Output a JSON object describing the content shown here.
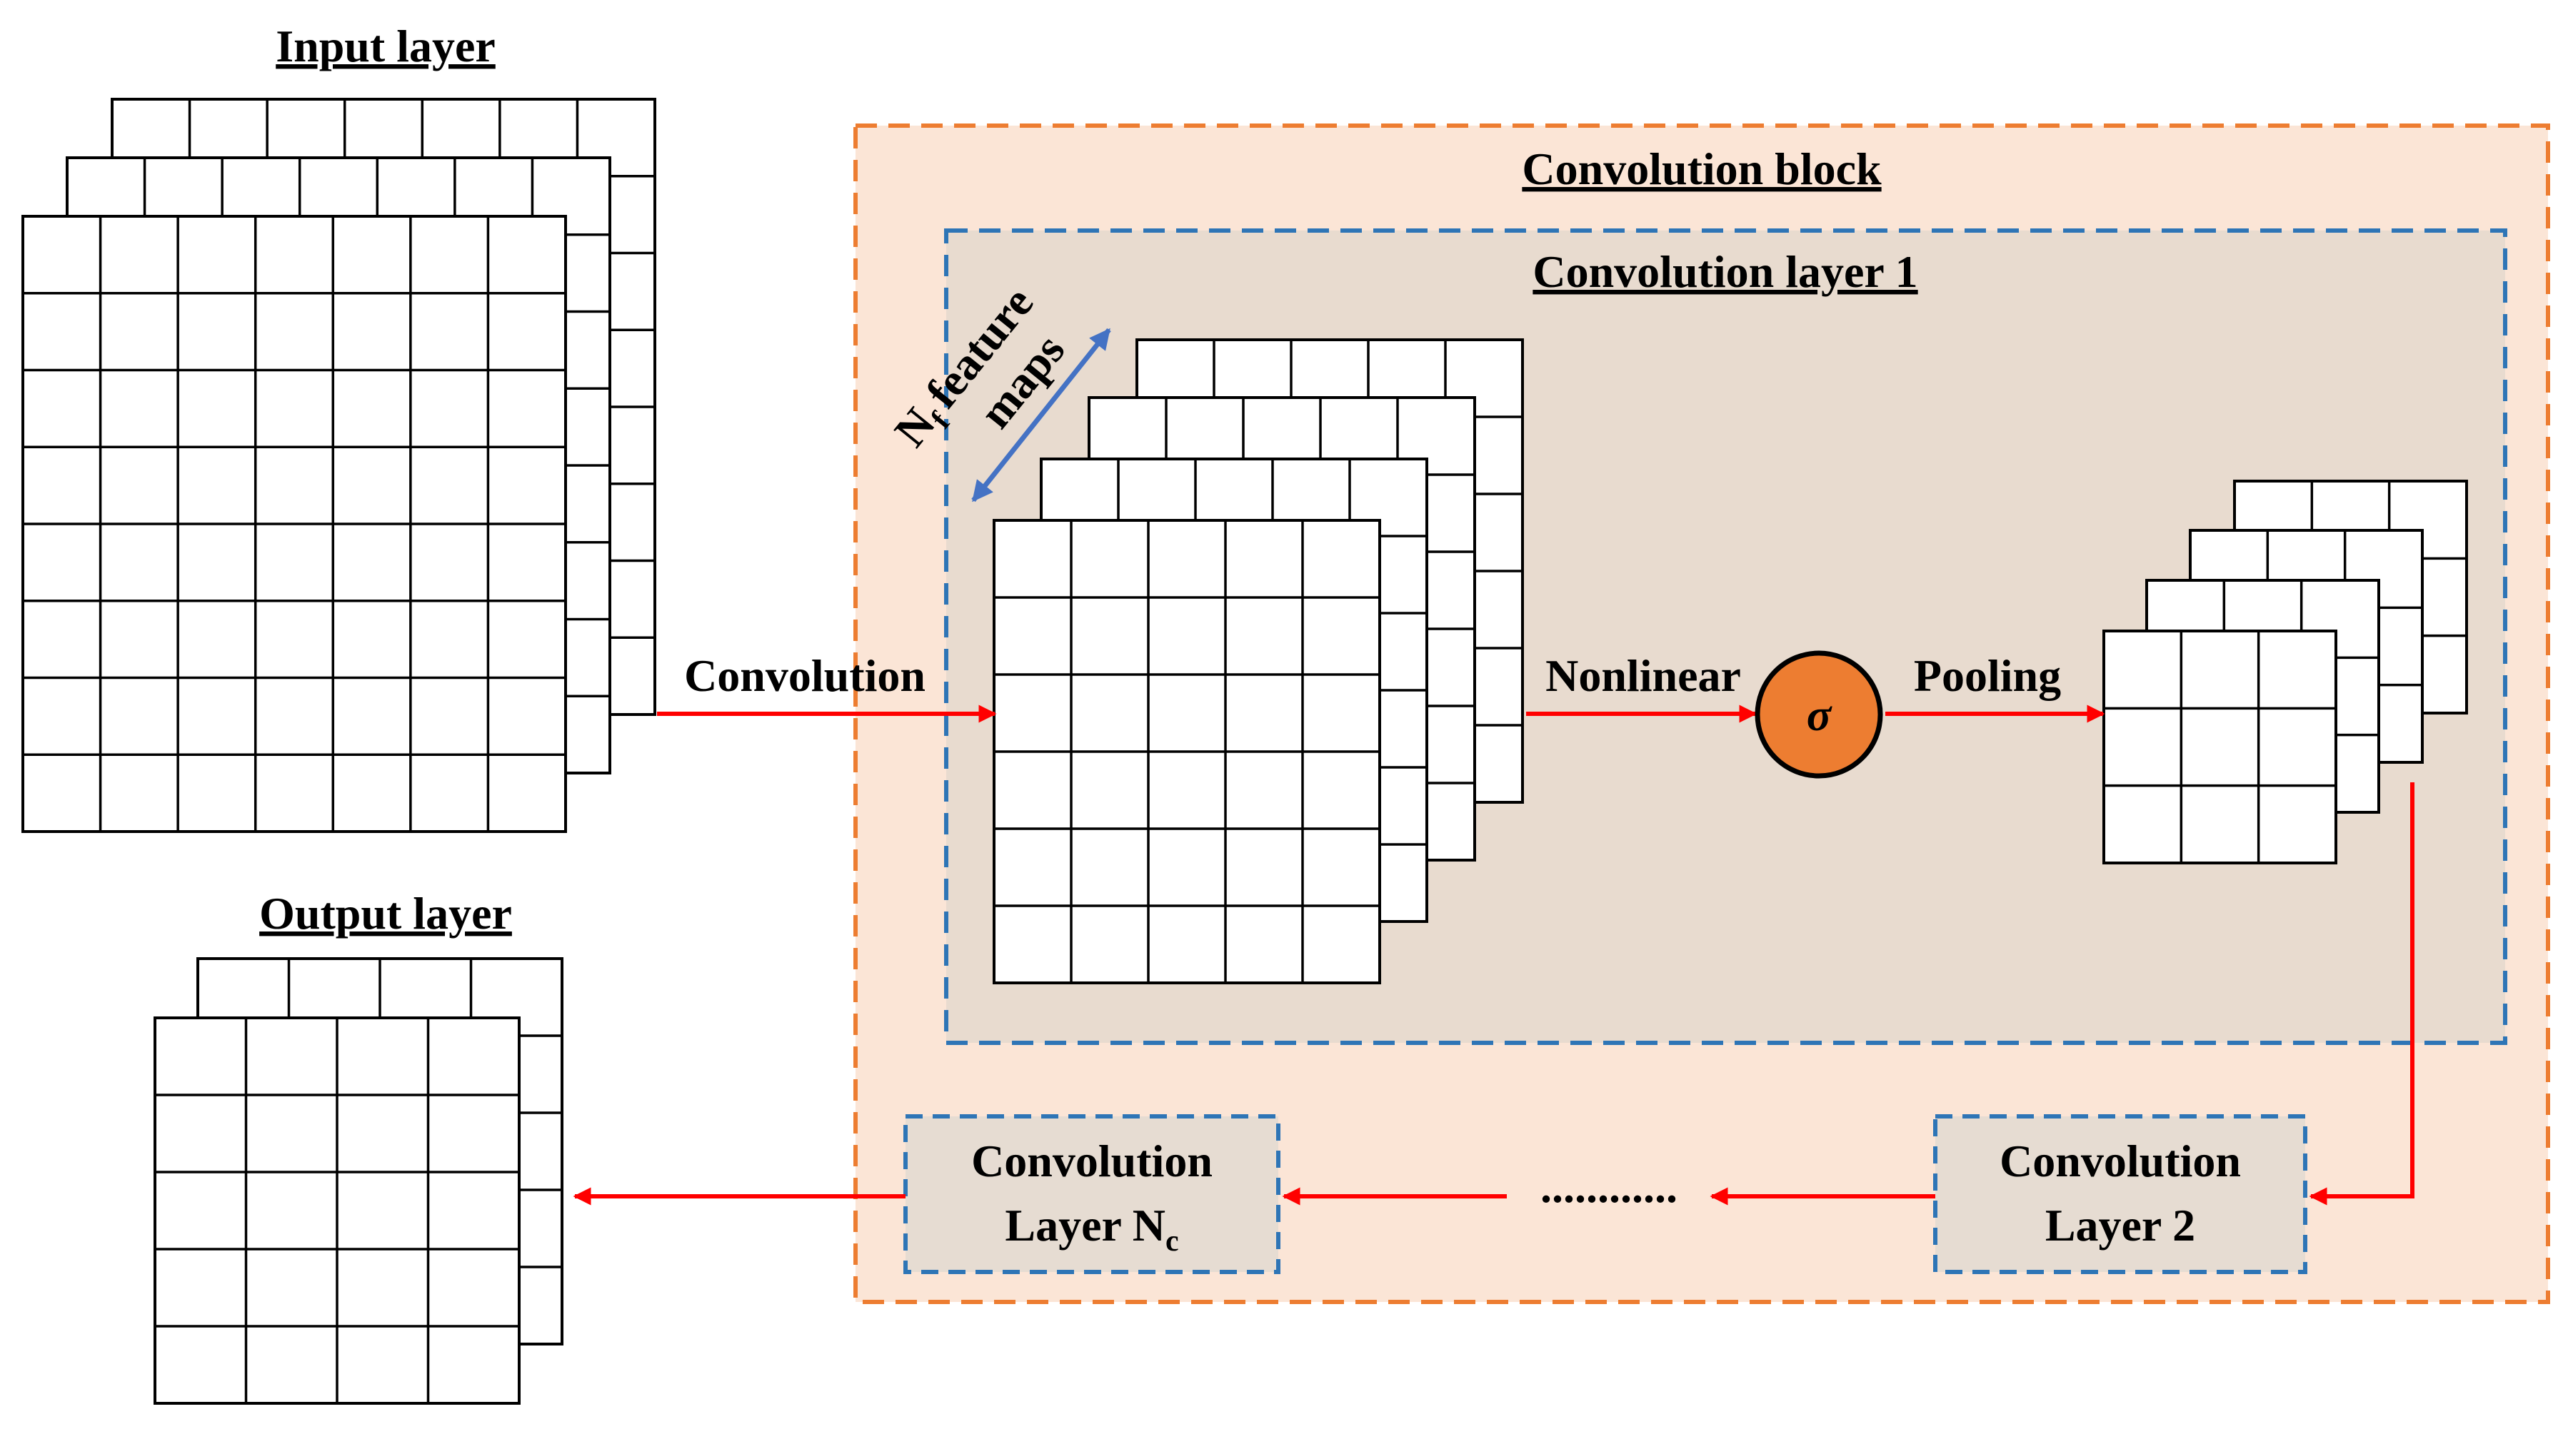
{
  "labels": {
    "input_layer": "Input layer",
    "output_layer": "Output layer",
    "convolution_block": "Convolution block",
    "convolution_layer_1": "Convolution layer 1",
    "feature_maps_N": "N",
    "feature_maps_sub": "f",
    "feature_maps_word": "feature",
    "feature_maps_maps": "maps",
    "convolution_arrow": "Convolution",
    "nonlinear_arrow": "Nonlinear",
    "pooling_arrow": "Pooling",
    "sigma": "σ",
    "ellipsis": "............",
    "conv_layer_2_line1": "Convolution",
    "conv_layer_2_line2": "Layer 2",
    "conv_layer_nc_line1": "Convolution",
    "conv_layer_nc_line2": "Layer N",
    "conv_layer_nc_sub": "c"
  },
  "colors": {
    "block_fill": "#fbe5d6",
    "block_border": "#ed7d31",
    "layer_fill": "#e8dbcf",
    "layer_border": "#2e75b6",
    "small_box_fill": "#e6dcd2",
    "arrow_red": "#ff0000",
    "arrow_blue": "#4472c4",
    "sigma_fill": "#ed7d31"
  }
}
